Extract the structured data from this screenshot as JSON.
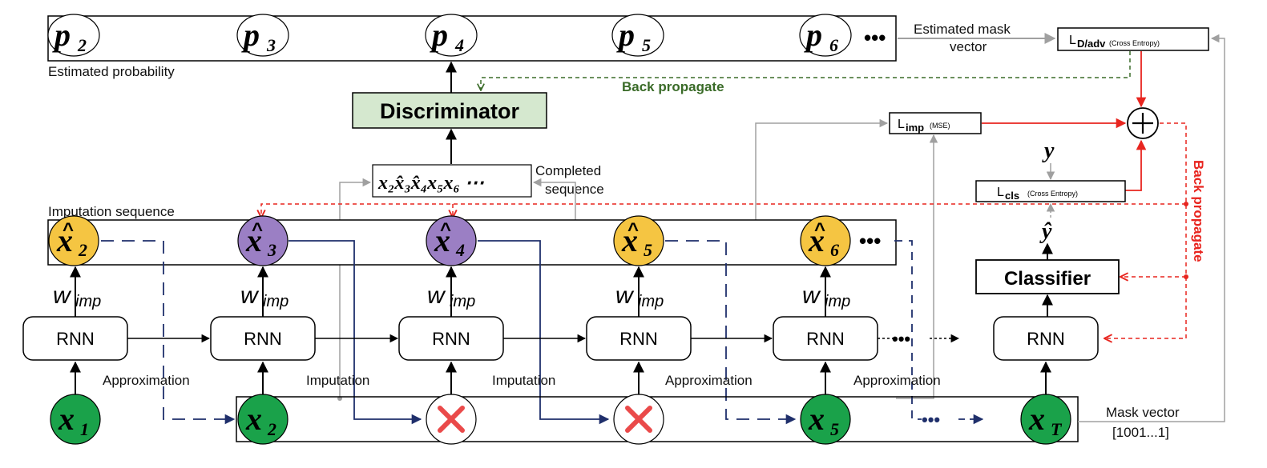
{
  "probabilities": {
    "label": "Estimated probability",
    "items": [
      {
        "base": "p",
        "sub": "2"
      },
      {
        "base": "p",
        "sub": "3"
      },
      {
        "base": "p",
        "sub": "4"
      },
      {
        "base": "p",
        "sub": "5"
      },
      {
        "base": "p",
        "sub": "6"
      }
    ],
    "ellipsis": "•••"
  },
  "discriminator": {
    "label": "Discriminator",
    "color": "#d5e8cf"
  },
  "completed": {
    "sequence": "x₂x̂₃x̂₄x₅x₆ ⋯",
    "label_line1": "Completed",
    "label_line2": "sequence"
  },
  "imputation_sequence": {
    "label": "Imputation sequence",
    "items": [
      {
        "base": "x",
        "sub": "2",
        "color": "#f5c542"
      },
      {
        "base": "x",
        "sub": "3",
        "color": "#9b7fc4"
      },
      {
        "base": "x",
        "sub": "4",
        "color": "#9b7fc4"
      },
      {
        "base": "x",
        "sub": "5",
        "color": "#f5c542"
      },
      {
        "base": "x",
        "sub": "6",
        "color": "#f5c542"
      }
    ],
    "ellipsis": "•••"
  },
  "weights": {
    "base": "w",
    "sub": "imp"
  },
  "rnn": {
    "label": "RNN"
  },
  "inputs": {
    "items": [
      {
        "base": "x",
        "sub": "1"
      },
      {
        "base": "x",
        "sub": "2"
      },
      {
        "missing": true
      },
      {
        "missing": true
      },
      {
        "base": "x",
        "sub": "5"
      },
      {
        "base": "x",
        "sub": "T"
      }
    ],
    "ellipsis": "•••",
    "observed_color": "#1aa24a",
    "missing_color": "#ea4a4a"
  },
  "step_labels": [
    "Approximation",
    "Imputation",
    "Imputation",
    "Approximation",
    "Approximation"
  ],
  "mask": {
    "line1": "Mask vector",
    "line2": "[1001...1]",
    "estimated_line1": "Estimated mask",
    "estimated_line2": "vector"
  },
  "losses": {
    "adv_main": "L",
    "adv_sub": "D/adv",
    "adv_note": "(Cross Entropy)",
    "imp_main": "L",
    "imp_sub": "imp",
    "imp_note": "(MSE)",
    "cls_main": "L",
    "cls_sub": "cls",
    "cls_note": "(Cross Entropy)"
  },
  "classifier": {
    "label": "Classifier",
    "y": "y",
    "y_hat": "ŷ"
  },
  "back_propagate": {
    "green": "Back propagate",
    "red": "Back propagate"
  },
  "colors": {
    "arrow_blue": "#1f2f6b",
    "grey": "#a0a0a0",
    "red": "#e8251f",
    "green_dash": "#3a6b28"
  }
}
